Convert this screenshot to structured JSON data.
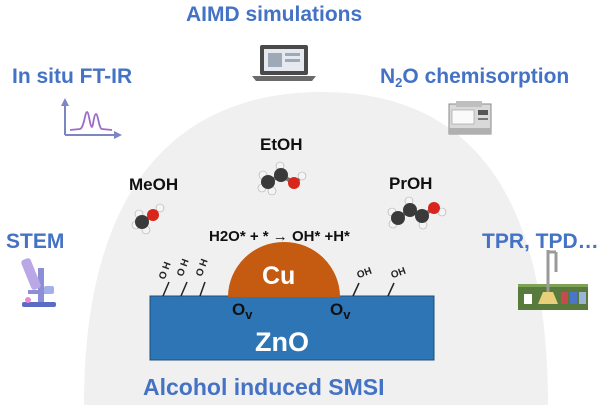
{
  "techniques": {
    "aimd": "AIMD simulations",
    "ftir": "In situ FT-IR",
    "n2o_prefix": "N",
    "n2o_sub": "2",
    "n2o_suffix": "O chemisorption",
    "stem": "STEM",
    "tpr": "TPR, TPD…"
  },
  "molecules": {
    "meoh": "MeOH",
    "etoh": "EtOH",
    "proh": "PrOH"
  },
  "reaction": {
    "text": "H2O* + * → OH* +H*"
  },
  "surface": {
    "cu_label": "Cu",
    "zno_label": "ZnO",
    "ov_main": "O",
    "ov_sub": "v",
    "oh_group": "OH",
    "oh_atom_o": "O",
    "oh_atom_h": "H"
  },
  "caption": "Alcohol induced SMSI",
  "colors": {
    "accent_blue": "#4472c4",
    "zno_fill": "#2e75b6",
    "cu_fill": "#c55a11",
    "dome_fill": "#f0f0f0",
    "carbon": "#3a3a3a",
    "oxygen": "#d9261c",
    "hydrogen": "#f4f4f4"
  },
  "icons": [
    "laptop-icon",
    "ir-spectrum-icon",
    "gas-analyzer-icon",
    "microscope-icon",
    "reactor-rack-icon",
    "molecule-icon"
  ]
}
